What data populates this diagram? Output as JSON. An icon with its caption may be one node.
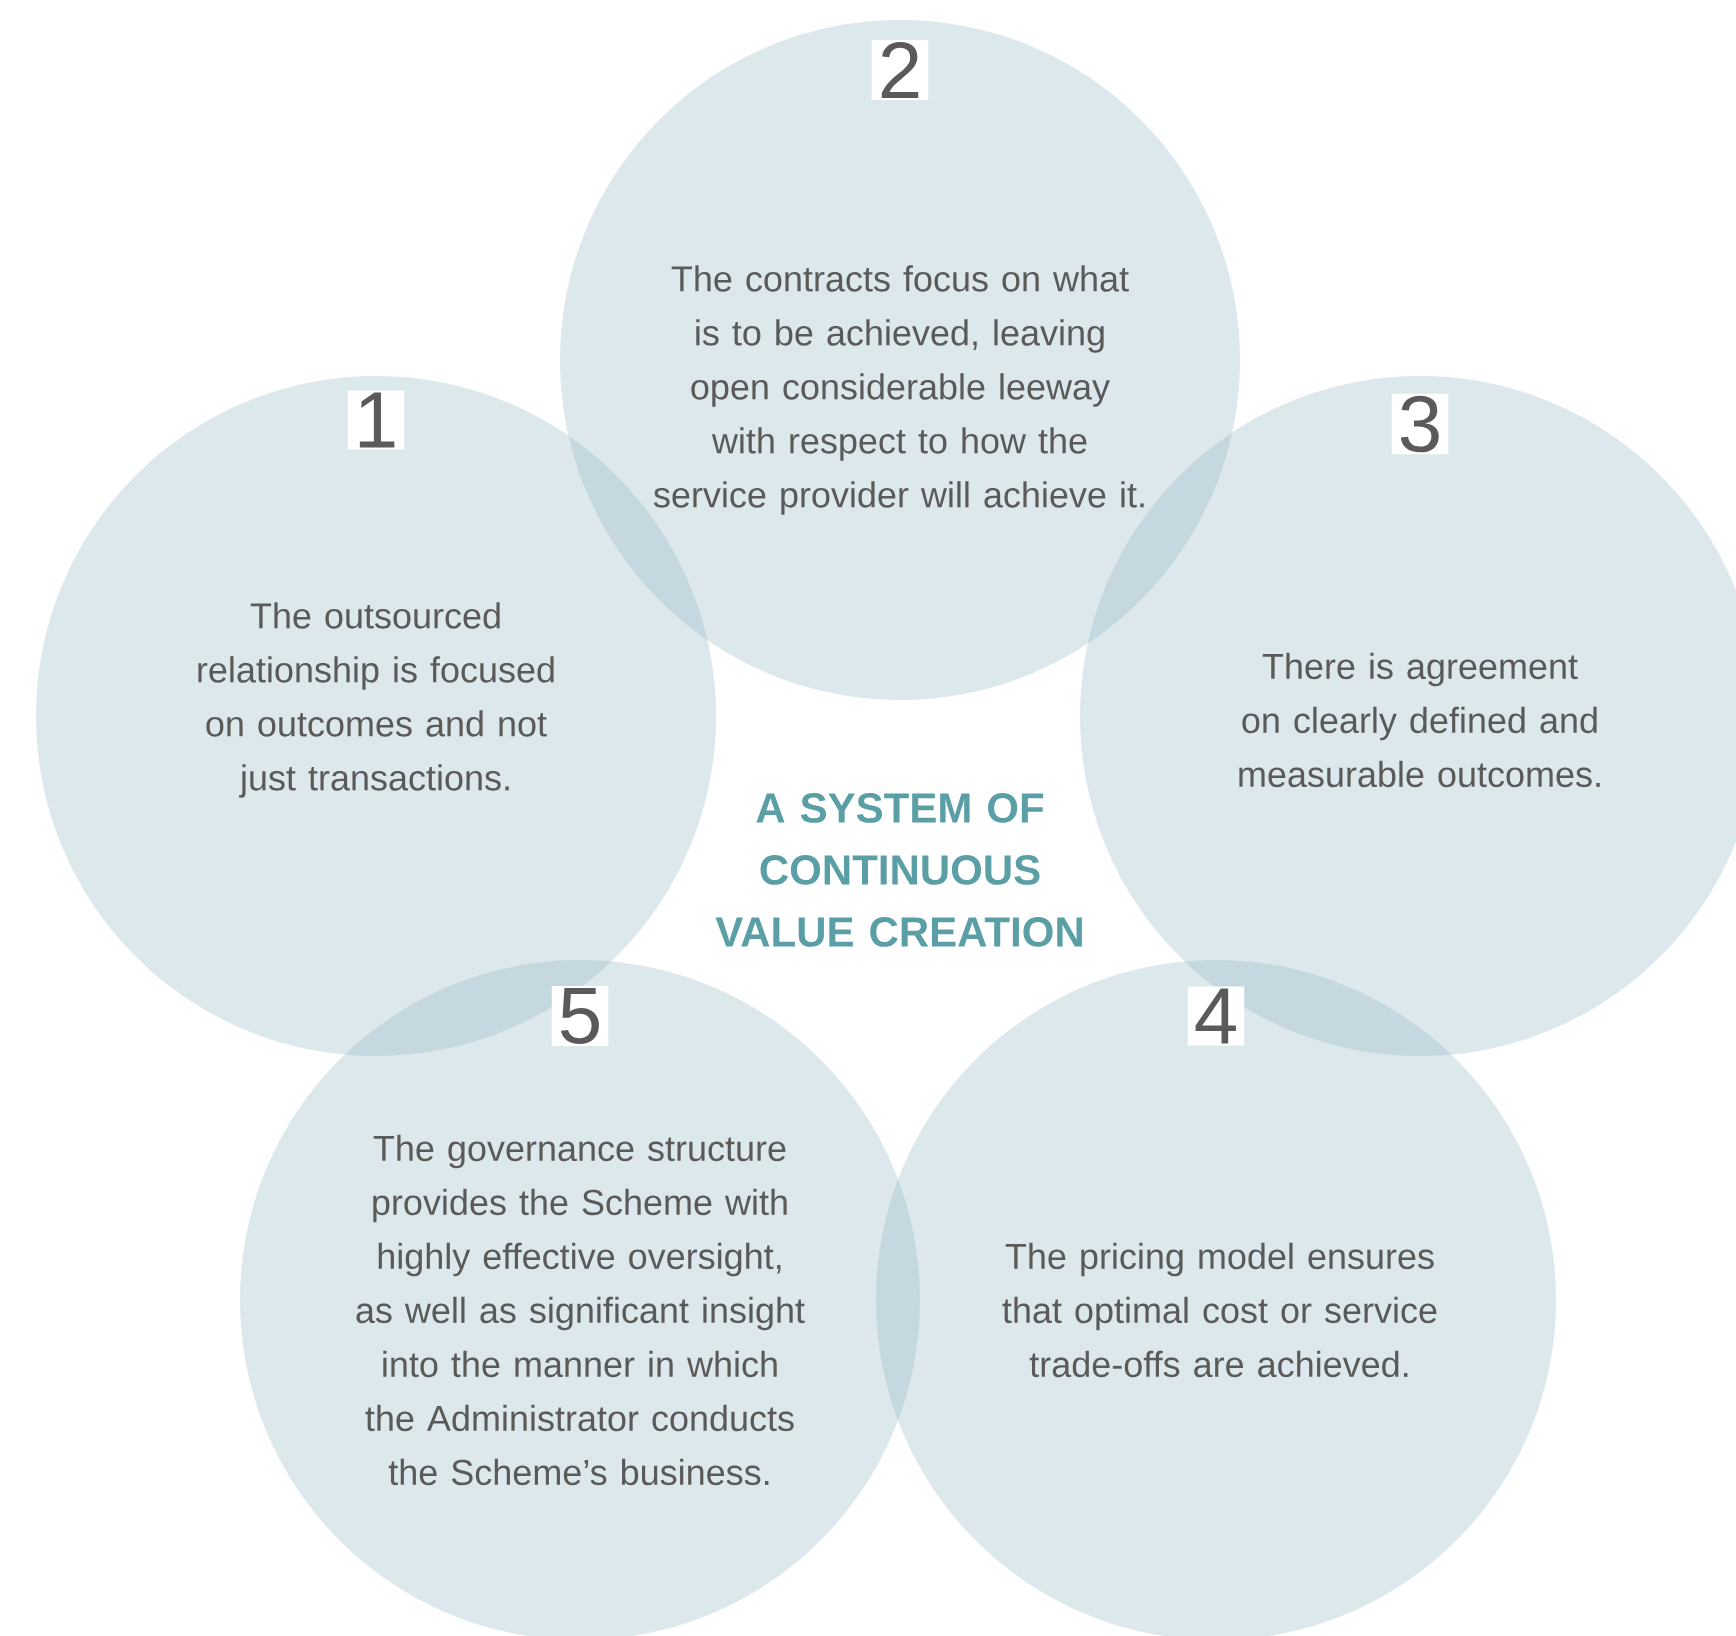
{
  "diagram": {
    "title": "A SYSTEM OF CONTINUOUS VALUE CREATION",
    "nodes": [
      {
        "text": [
          "1",
          "The outsourced relationship is focused on outcomes and not just transactions."
        ]
      },
      {
        "text": [
          "2",
          "The contracts focus on what is to be achieved, leaving open considerable leeway with respect to how the service provider will achieve it."
        ]
      },
      {
        "text": [
          "3",
          "There is agreement on clearly defined and measurable outcomes."
        ]
      },
      {
        "text": [
          "4",
          "The pricing model ensures that optimal cost or service trade-offs are achieved."
        ]
      },
      {
        "text": [
          "5",
          "The governance structure provides the Scheme with highly effective oversight, as well as significant insight into the manner in which the Administrator conducts the Scheme’s business."
        ]
      }
    ]
  }
}
